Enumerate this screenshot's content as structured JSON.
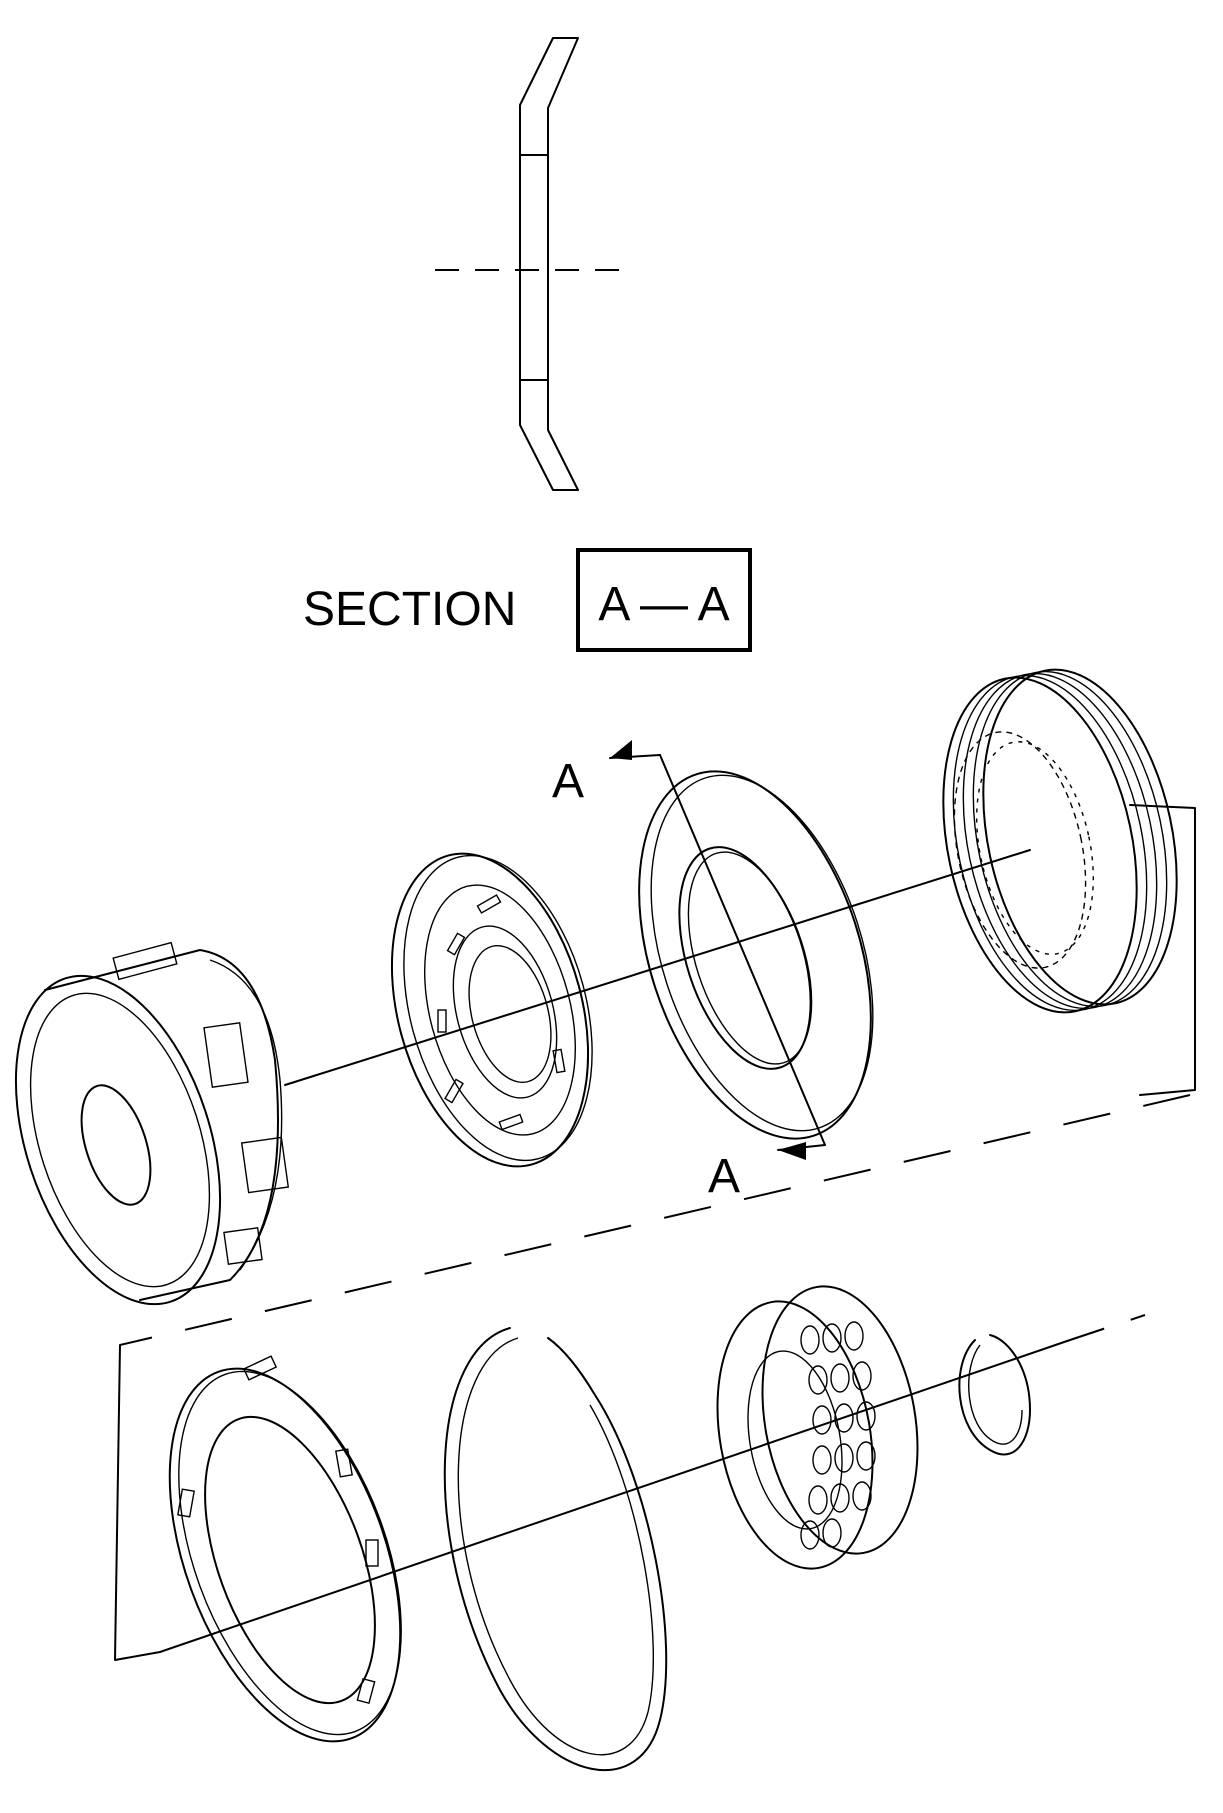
{
  "section": {
    "word": "SECTION",
    "id": "A — A"
  },
  "cut_marker": {
    "top": "A",
    "bottom": "A"
  }
}
